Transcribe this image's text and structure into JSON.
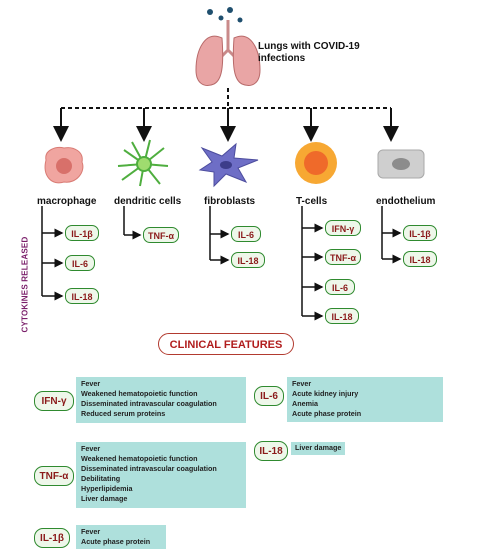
{
  "header": {
    "title_line1": "Lungs with COVID-19",
    "title_line2": "infections"
  },
  "side_label": "CYTOKINES RELEASED",
  "cells": [
    {
      "label": "macrophage",
      "cytokines": [
        "IL-1β",
        "IL-6",
        "IL-18"
      ]
    },
    {
      "label": "dendritic cells",
      "cytokines": [
        "TNF-α"
      ]
    },
    {
      "label": "fibroblasts",
      "cytokines": [
        "IL-6",
        "IL-18"
      ]
    },
    {
      "label": "T-cells",
      "cytokines": [
        "IFN-γ",
        "TNF-α",
        "IL-6",
        "IL-18"
      ]
    },
    {
      "label": "endothelium",
      "cytokines": [
        "IL-1β",
        "IL-18"
      ]
    }
  ],
  "clinical": {
    "heading": "CLINICAL FEATURES",
    "items": [
      {
        "cytokine": "IFN-γ",
        "features": [
          "Fever",
          "Weakened hematopoietic function",
          "Disseminated intravascular coagulation",
          "Reduced serum proteins"
        ]
      },
      {
        "cytokine": "IL-6",
        "features": [
          "Fever",
          "Acute kidney injury",
          "Anemia",
          "Acute phase protein"
        ]
      },
      {
        "cytokine": "IL-18",
        "features": [
          "Liver damage"
        ]
      },
      {
        "cytokine": "TNF-α",
        "features": [
          "Fever",
          "Weakened hematopoietic function",
          "Disseminated intravascular coagulation",
          "Debilitating",
          "Hyperlipidemia",
          "Liver damage"
        ]
      },
      {
        "cytokine": "IL-1β",
        "features": [
          "Fever",
          "Acute phase protein"
        ]
      }
    ]
  },
  "colors": {
    "badge_border": "#2f8a2f",
    "badge_text": "#8b1a1a",
    "panel": "#aee0dc",
    "heading_red": "#b11d1d",
    "side_label": "#7a1f6a"
  }
}
